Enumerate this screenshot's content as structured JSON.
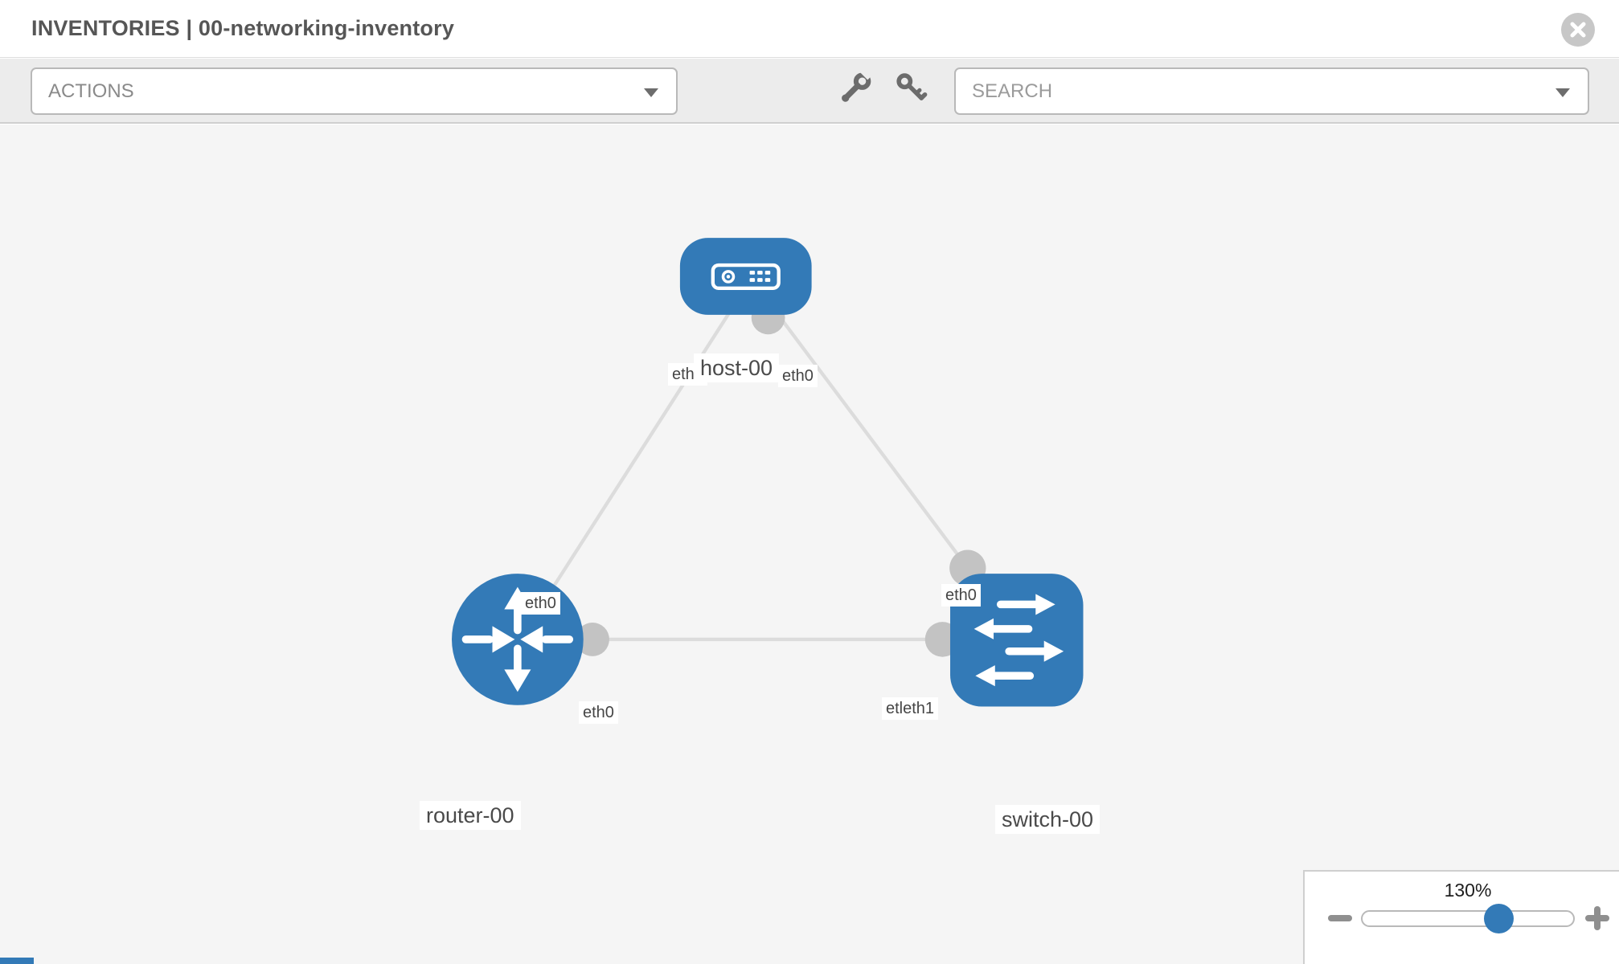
{
  "header": {
    "title": "INVENTORIES | 00-networking-inventory"
  },
  "toolbar": {
    "actions_label": "ACTIONS",
    "search_placeholder": "SEARCH"
  },
  "icons": {
    "close": "close-x",
    "actions_caret": "chevron-down",
    "search_caret": "chevron-down",
    "wrench": "wrench",
    "key": "key",
    "zoom_minus": "minus",
    "zoom_plus": "plus"
  },
  "topology": {
    "nodes": [
      {
        "label": "host-00",
        "type": "host"
      },
      {
        "label": "router-00",
        "type": "router"
      },
      {
        "label": "switch-00",
        "type": "switch"
      }
    ],
    "interface_labels": [
      {
        "text": "eth0",
        "at": "host-bottom-left"
      },
      {
        "text": "eth0",
        "at": "host-bottom-right"
      },
      {
        "text": "eth0",
        "at": "link-host-router"
      },
      {
        "text": "eth0",
        "at": "link-host-switch"
      },
      {
        "text": "eth0",
        "at": "router-right"
      },
      {
        "text": "etleth1",
        "at": "switch-left"
      }
    ],
    "links": [
      {
        "from": "host-00",
        "to": "router-00"
      },
      {
        "from": "host-00",
        "to": "switch-00"
      },
      {
        "from": "router-00",
        "to": "switch-00"
      }
    ]
  },
  "zoom_control": {
    "value": "130%"
  },
  "colors": {
    "node_blue": "#337ab7",
    "link_gray": "#dcdcdc",
    "bubble_gray": "#c3c3c3"
  }
}
